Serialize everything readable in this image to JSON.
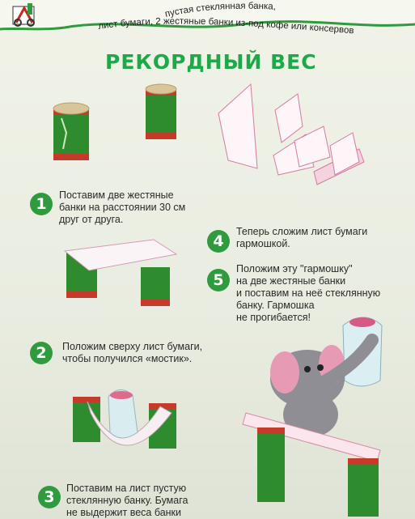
{
  "header": {
    "materials_line1": "пустая стеклянная банка,",
    "materials_line2": "лист бумаги, 2 жестяные банки из-под кофе или консервов"
  },
  "title": "РЕКОРДНЫЙ ВЕС",
  "steps": [
    {
      "number": "1",
      "lines": [
        "Поставим две жестяные",
        "банки на расстоянии 30 см",
        "друг от друга."
      ]
    },
    {
      "number": "2",
      "lines": [
        "Положим сверху лист бумаги,",
        "чтобы получился «мостик»."
      ]
    },
    {
      "number": "3",
      "lines": [
        "Поставим на лист пустую",
        "стеклянную банку. Бумага",
        "не выдержит веса банки"
      ]
    },
    {
      "number": "4",
      "lines": [
        "Теперь сложим лист бумаги",
        "гармошкой."
      ]
    },
    {
      "number": "5",
      "lines": [
        "Положим эту \"гармошку\"",
        "на две жестяные банки",
        "и поставим на неё стеклянную",
        "банку. Гармошка",
        "не прогибается!"
      ]
    }
  ],
  "colors": {
    "accent_green": "#2f9a3e",
    "title_green": "#1fa84a",
    "can_green": "#2e8b2e",
    "can_red": "#c63a2a"
  }
}
